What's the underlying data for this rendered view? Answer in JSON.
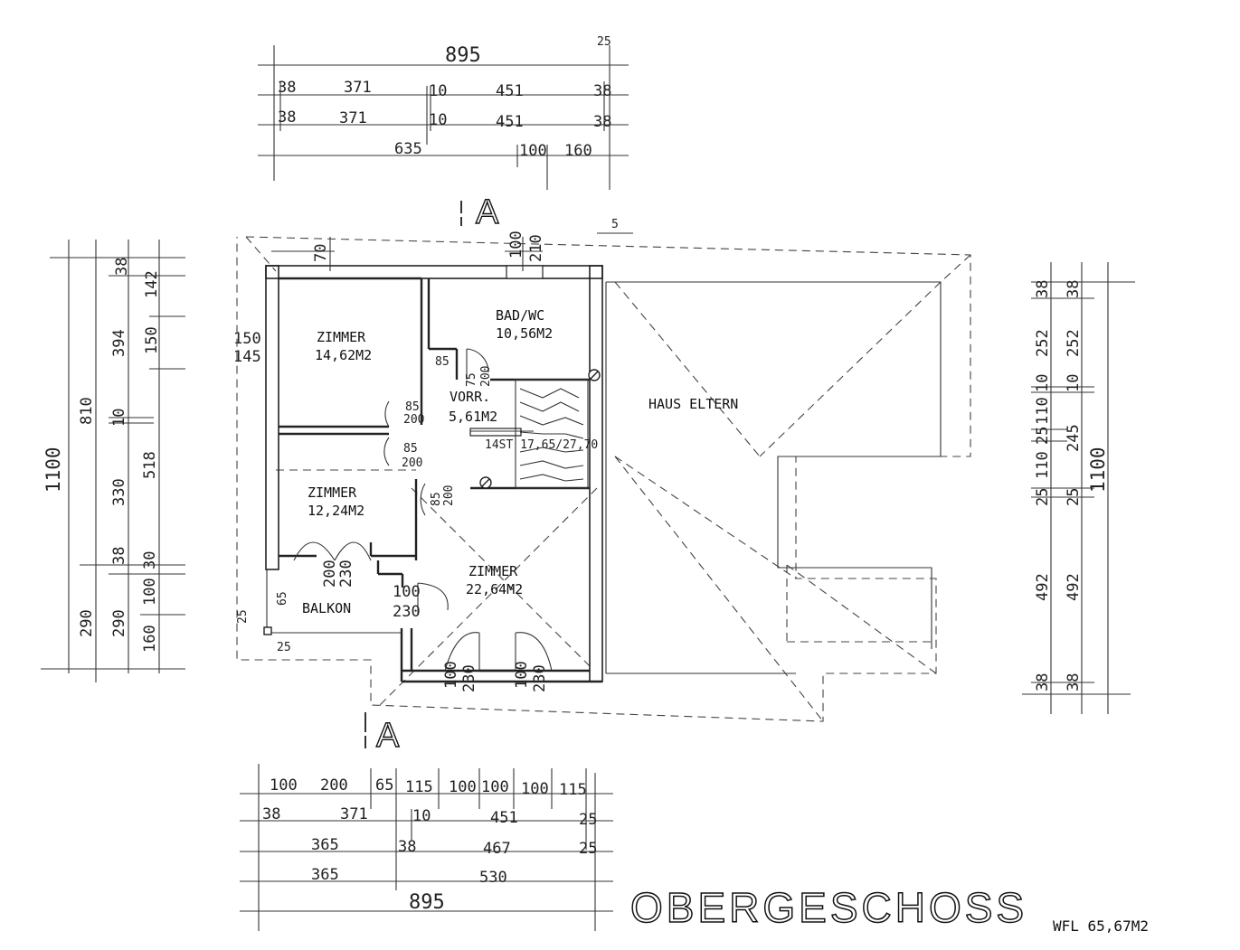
{
  "title": "OBERGESCHOSS",
  "wfl": "WFL 65,67M2",
  "section_marker": "A",
  "rooms": [
    {
      "name": "ZIMMER",
      "area": "14,62M2"
    },
    {
      "name": "BAD/WC",
      "area": "10,56M2"
    },
    {
      "name": "VORR.",
      "area": "5,61M2"
    },
    {
      "name": "ZIMMER",
      "area": "12,24M2"
    },
    {
      "name": "ZIMMER",
      "area": "22,64M2"
    },
    {
      "name": "BALKON"
    },
    {
      "name": "HAUS ELTERN"
    }
  ],
  "stair_label": "14ST 17,65/27,70",
  "top_dims": {
    "overall": "895",
    "note": "25",
    "row1": [
      "38",
      "371",
      "10",
      "451",
      "38"
    ],
    "row2": [
      "38",
      "371",
      "10",
      "451",
      "38"
    ],
    "row3": [
      "635",
      "100",
      "160"
    ],
    "small": [
      "70",
      "100",
      "210",
      "5"
    ]
  },
  "left_dims": {
    "overall": "1100",
    "col1": [
      "810",
      "290"
    ],
    "col2": [
      "394",
      "10",
      "330",
      "38",
      "290"
    ],
    "col3": [
      "38",
      "518",
      "30",
      "100",
      "160"
    ],
    "col4": [
      "142",
      "150"
    ],
    "side": [
      "150",
      "145"
    ]
  },
  "right_dims": {
    "overall": "1100",
    "col1": [
      "38",
      "252",
      "10",
      "110",
      "25",
      "110",
      "25",
      "492",
      "38"
    ],
    "col2": [
      "38",
      "252",
      "10",
      "245",
      "25",
      "492",
      "38"
    ]
  },
  "bottom_dims": {
    "row1": [
      "100",
      "200",
      "65",
      "115",
      "100",
      "100",
      "100",
      "115"
    ],
    "row2": [
      "38",
      "371",
      "10",
      "451",
      "25"
    ],
    "row3": [
      "365",
      "38",
      "467",
      "25"
    ],
    "row4": [
      "365",
      "530"
    ],
    "overall": "895"
  },
  "openings": [
    "85",
    "75",
    "200",
    "85",
    "200",
    "85",
    "200",
    "85",
    "200",
    "200",
    "230",
    "100",
    "230",
    "100",
    "230",
    "100",
    "230",
    "65",
    "25",
    "25"
  ]
}
